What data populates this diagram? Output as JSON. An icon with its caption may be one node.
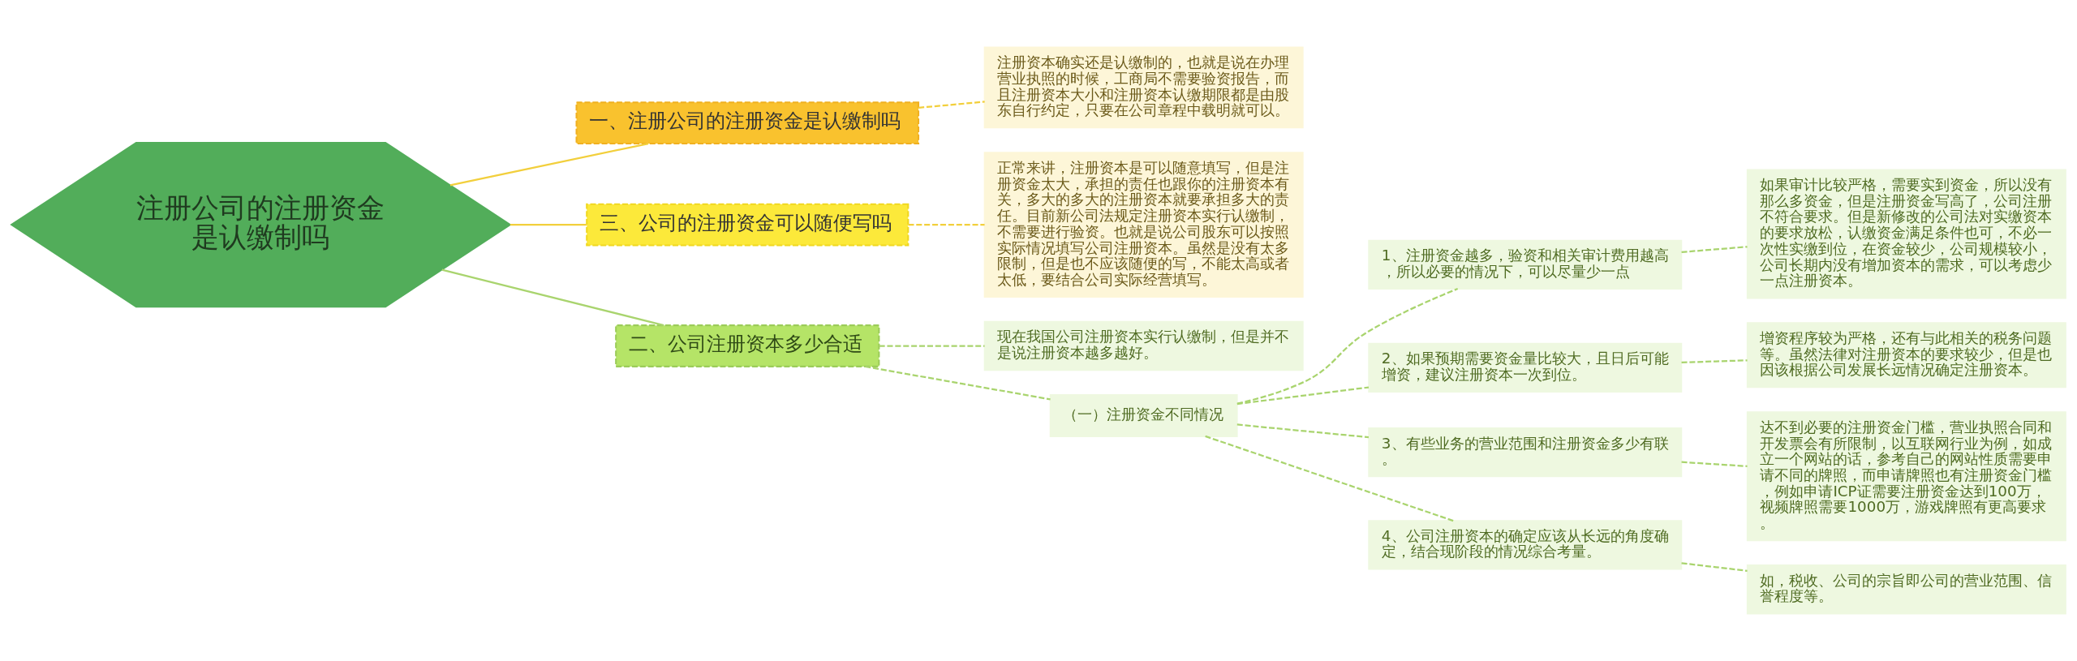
{
  "diagram": {
    "nodes": [
      {
        "text": [
          "注册公司的注册资金是认缴制吗"
        ]
      },
      {
        "text": [
          "一、注册公司的注册资金是认缴制吗"
        ]
      },
      {
        "text": [
          "注册资本确实还是认缴制的，也就是说在办理营业执照的时候，工商局不需要验资报告，而且注册资本大小和注册资本认缴期限都是由股东自行约定，只要在公司章程中载明就可以。"
        ]
      },
      {
        "text": [
          "三、公司的注册资金可以随便写吗"
        ]
      },
      {
        "text": [
          "正常来讲，注册资本是可以随意填写，但是注册资金太大，承担的责任也跟你的注册资本有关，多大的多大的注册资本就要承担多大的责任。目前新公司法规定注册资本实行认缴制，不需要进行验资。也就是说公司股东可以按照实际情况填写公司注册资本。虽然是没有太多限制，但是也不应该随便的写，不能太高或者太低，要结合公司实际经营填写。"
        ]
      },
      {
        "text": [
          "二、公司注册资本多少合适"
        ]
      },
      {
        "text": [
          "现在我国公司注册资本实行认缴制，但是并不是说注册资本越多越好。"
        ]
      },
      {
        "text": [
          "（一）注册资金不同情况"
        ]
      },
      {
        "text": [
          "1、注册资金越多，验资和相关审计费用越高，所以必要的情况下，可以尽量少一点"
        ]
      },
      {
        "text": [
          "如果审计比较严格，需要实到资金，所以没有那么多资金，但是注册资金写高了，公司注册不符合要求。但是新修改的公司法对实缴资本的要求放松，认缴资金满足条件也可，不必一次性实缴到位，在资金较少，公司规模较小，公司长期内没有增加资本的需求，可以考虑少一点注册资本。"
        ]
      },
      {
        "text": [
          "2、如果预期需要资金量比较大，且日后可能增资，建议注册资本一次到位。"
        ]
      },
      {
        "text": [
          "增资程序较为严格，还有与此相关的税务问题等。虽然法律对注册资本的要求较少，但是也因该根据公司发展长远情况确定注册资本。"
        ]
      },
      {
        "text": [
          "3、有些业务的营业范围和注册资金多少有联。"
        ]
      },
      {
        "text": [
          "达不到必要的注册资金门槛，营业执照合同和开发票会有所限制，以互联网行业为例，如成立一个网站的话，参考自己的网站性质需要申请不同的牌照，而申请牌照也有注册资金门槛，例如申请ICP证需要注册资金达到100万，视频牌照需要1000万，游戏牌照有更高要求。"
        ]
      },
      {
        "text": [
          "4、公司注册资本的确定应该从长远的角度确定，结合现阶段的情况综合考量。"
        ]
      },
      {
        "text": [
          "如，税收、公司的宗旨即公司的营业范围、信誉程度等。"
        ]
      }
    ],
    "edges": [
      {
        "from": 0,
        "to": 1,
        "arrow": "none",
        "color": "#f2cf3c"
      },
      {
        "from": 1,
        "to": 2,
        "arrow": "none",
        "style": "dashed",
        "color": "#f2cf3c"
      },
      {
        "from": 0,
        "to": 3,
        "arrow": "none",
        "color": "#f2cf3c"
      },
      {
        "from": 3,
        "to": 4,
        "arrow": "none",
        "style": "dashed",
        "color": "#f2cf3c"
      },
      {
        "from": 0,
        "to": 5,
        "arrow": "none"
      },
      {
        "from": 5,
        "to": 6,
        "arrow": "none",
        "style": "dashed"
      },
      {
        "from": 5,
        "to": 7,
        "arrow": "none",
        "style": "dashed"
      },
      {
        "from": 7,
        "to": 8,
        "arrow": "none",
        "style": "dashed"
      },
      {
        "from": 8,
        "to": 9,
        "arrow": "none",
        "style": "dashed"
      },
      {
        "from": 7,
        "to": 10,
        "arrow": "none",
        "style": "dashed"
      },
      {
        "from": 10,
        "to": 11,
        "arrow": "none",
        "style": "dashed"
      },
      {
        "from": 7,
        "to": 12,
        "arrow": "none",
        "style": "dashed"
      },
      {
        "from": 12,
        "to": 13,
        "arrow": "none",
        "style": "dashed"
      },
      {
        "from": 7,
        "to": 14,
        "arrow": "none",
        "style": "dashed"
      },
      {
        "from": 14,
        "to": 15,
        "arrow": "none",
        "style": "dashed"
      }
    ]
  }
}
